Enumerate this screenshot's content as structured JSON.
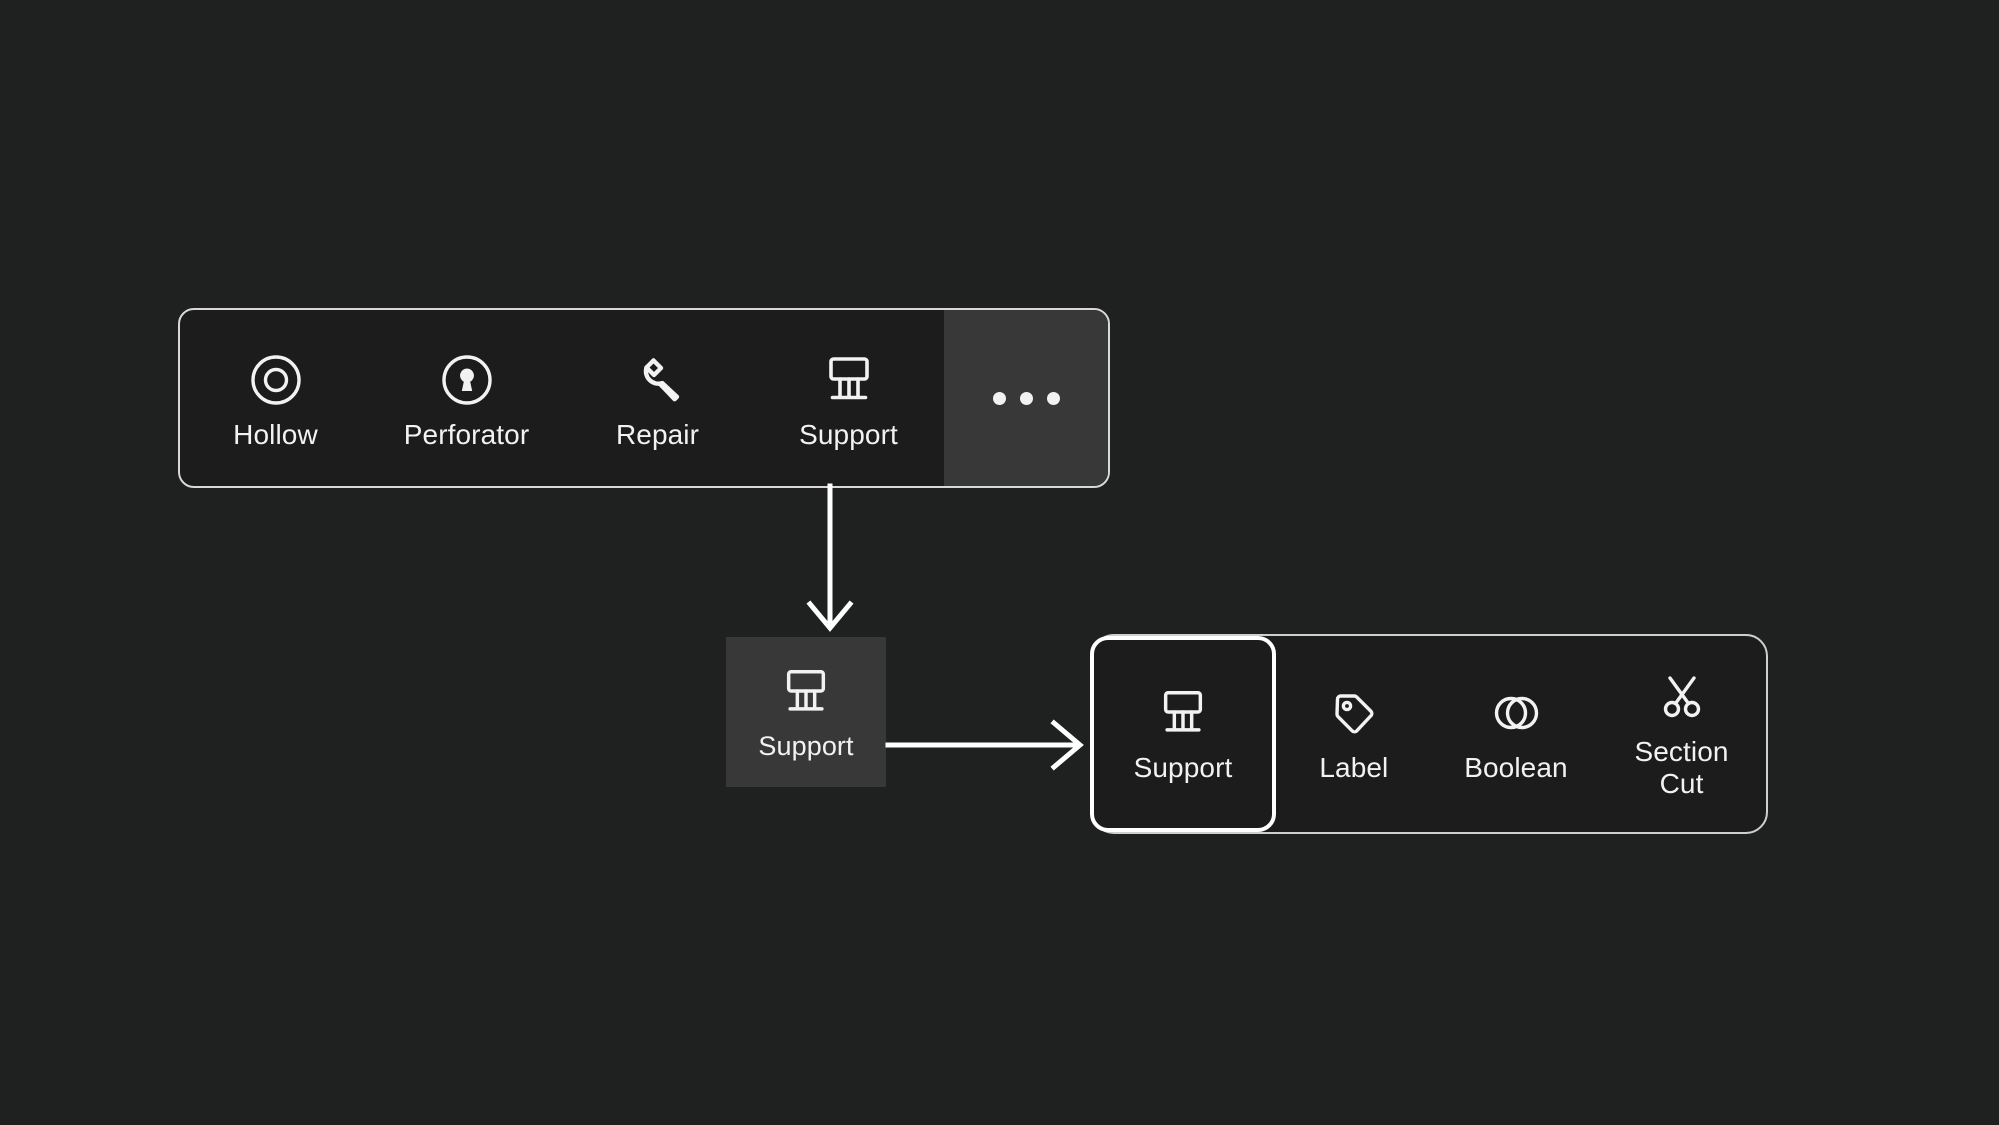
{
  "background_color": "#1f2121",
  "accent_color": "#ffffff",
  "panel_fill": "#1c1c1c",
  "panel_border": "#d8d8d8",
  "highlight_fill": "#383838",
  "label_color": "#f2f2f2",
  "top_toolbar": {
    "name": "modeling-tools-toolbar",
    "items": [
      {
        "id": "hollow",
        "label": "Hollow",
        "icon": "concentric-circles-icon"
      },
      {
        "id": "perforator",
        "label": "Perforator",
        "icon": "keyhole-circle-icon"
      },
      {
        "id": "repair",
        "label": "Repair",
        "icon": "wrench-icon"
      },
      {
        "id": "support",
        "label": "Support",
        "icon": "support-structure-icon"
      }
    ],
    "overflow": {
      "label": "...",
      "icon": "ellipsis-icon",
      "dots": 3
    }
  },
  "flow": {
    "down_arrow": {
      "name": "down-arrow",
      "direction": "down"
    },
    "right_arrow": {
      "name": "right-arrow",
      "direction": "right"
    }
  },
  "middle_tile": {
    "label": "Support",
    "icon": "support-structure-icon",
    "state": "hovered"
  },
  "bottom_panel": {
    "name": "overflow-tools-panel",
    "items": [
      {
        "id": "support",
        "label": "Support",
        "icon": "support-structure-icon",
        "selected": true
      },
      {
        "id": "label",
        "label": "Label",
        "icon": "tag-icon",
        "selected": false
      },
      {
        "id": "boolean",
        "label": "Boolean",
        "icon": "overlapping-circles-icon",
        "selected": false
      },
      {
        "id": "section-cut",
        "label": "Section\nCut",
        "icon": "scissors-icon",
        "selected": false
      }
    ]
  }
}
